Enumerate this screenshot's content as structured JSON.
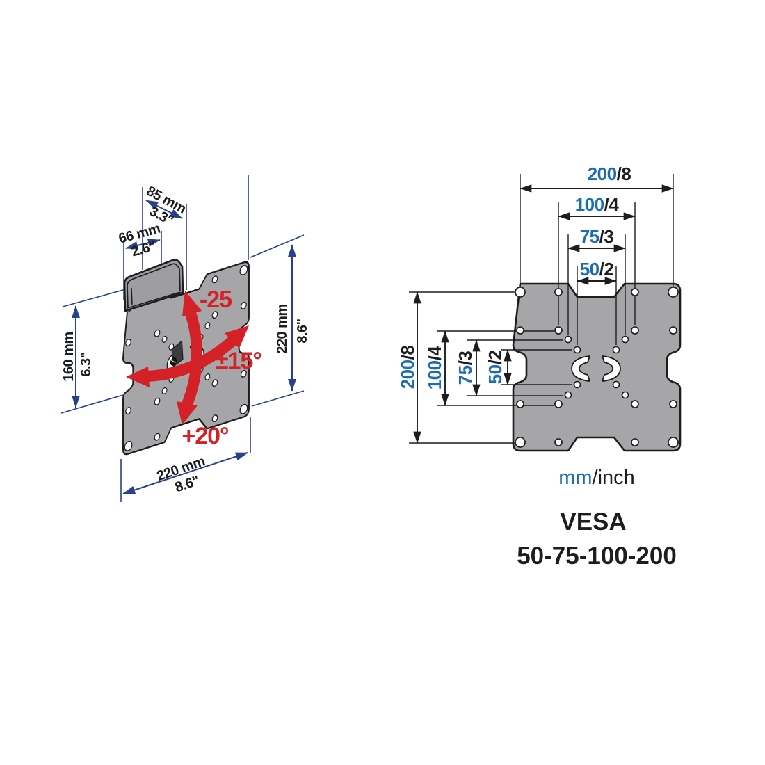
{
  "colors": {
    "accent_blue": "#1a6cb4",
    "dimension_navy": "#27418d",
    "arrow_red": "#d42127",
    "ink": "#1d1d1f",
    "plate_gray": "#a6a6a8"
  },
  "left_view": {
    "dim_85": {
      "mm": "85 mm",
      "inch": "3.3\""
    },
    "dim_66": {
      "mm": "66 mm",
      "inch": "2.6\""
    },
    "dim_160": {
      "mm": "160 mm",
      "inch": "6.3\""
    },
    "dim_220_right": {
      "mm": "220 mm",
      "inch": "8.6\""
    },
    "dim_220_bottom": {
      "mm": "220 mm",
      "inch": "8.6\""
    },
    "angle_tilt_up": "-25",
    "angle_swivel": "±15°",
    "angle_tilt_down": "+20°"
  },
  "right_view": {
    "top_dims": [
      {
        "mm": "200",
        "inch": "/8"
      },
      {
        "mm": "100",
        "inch": "/4"
      },
      {
        "mm": "75",
        "inch": "/3"
      },
      {
        "mm": "50",
        "inch": "/2"
      }
    ],
    "side_dims": [
      {
        "mm": "200",
        "inch": "/8"
      },
      {
        "mm": "100",
        "inch": "/4"
      },
      {
        "mm": "75",
        "inch": "/3"
      },
      {
        "mm": "50",
        "inch": "/2"
      }
    ],
    "units": {
      "mm": "mm",
      "inch": "/inch"
    }
  },
  "footer": {
    "title": "VESA",
    "pattern": "50-75-100-200"
  }
}
